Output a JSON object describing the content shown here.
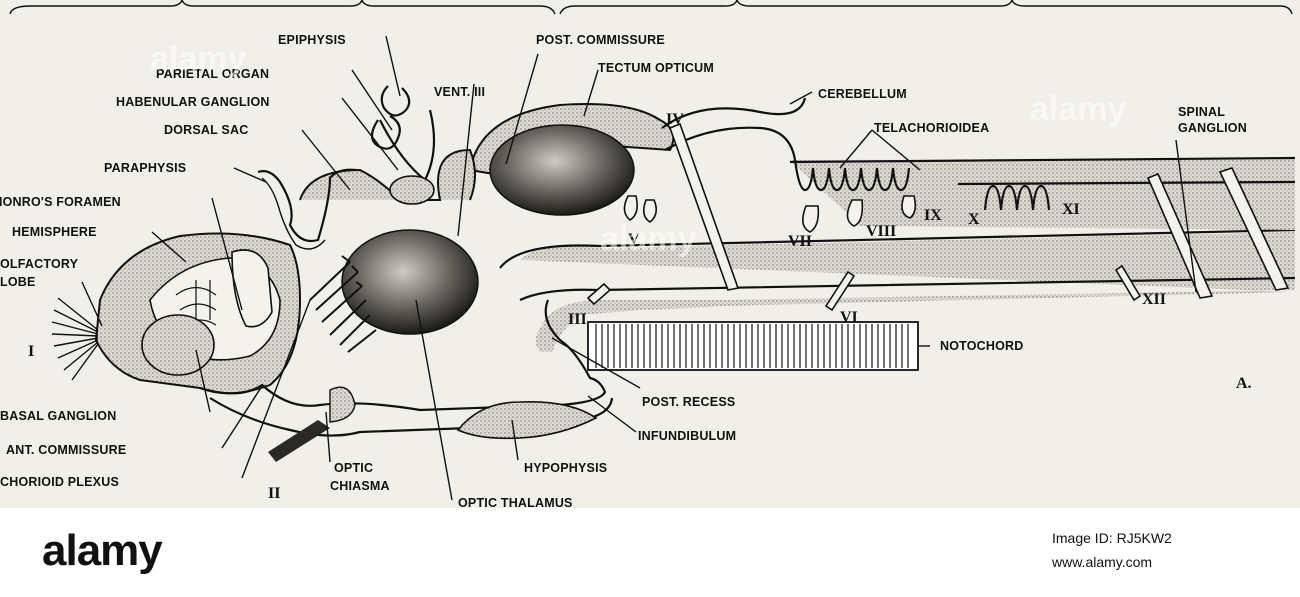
{
  "labels": {
    "epiphysis": "EPIPHYSIS",
    "parietal_organ": "PARIETAL ORGAN",
    "habenular_ganglion": "HABENULAR GANGLION",
    "dorsal_sac": "DORSAL SAC",
    "paraphysis": "PARAPHYSIS",
    "monros_foramen": "MONRO'S FORAMEN",
    "hemisphere": "HEMISPHERE",
    "olfactory": "OLFACTORY",
    "lobe": "LOBE",
    "basal_ganglion": "BASAL GANGLION",
    "ant_commissure": "ANT. COMMISSURE",
    "chorioid_plexus": "CHORIOID PLEXUS",
    "optic": "OPTIC",
    "chiasma": "CHIASMA",
    "optic_thalamus": "OPTIC THALAMUS",
    "vent_iii": "VENT. III",
    "post_commissure": "POST. COMMISSURE",
    "tectum_opticum": "TECTUM OPTICUM",
    "cerebellum": "CEREBELLUM",
    "telachorioidea": "TELACHORIOIDEA",
    "spinal": "SPINAL",
    "ganglion": "GANGLION",
    "notochord": "NOTOCHORD",
    "post_recess": "POST. RECESS",
    "infundibulum": "INFUNDIBULUM",
    "hypophysis": "HYPOPHYSIS",
    "panel_letter": "A."
  },
  "nerves": {
    "n1": "I",
    "n2": "II",
    "n3": "III",
    "n4": "IV",
    "n5": "V",
    "n6": "VI",
    "n7": "VII",
    "n8": "VIII",
    "n9": "IX",
    "n10": "X",
    "n11": "XI",
    "n12": "XII"
  },
  "watermark": {
    "brand": "alamy",
    "image_id": "Image ID: RJ5KW2",
    "url": "www.alamy.com"
  },
  "colors": {
    "ink": "#111111",
    "paper": "#f1efe9",
    "stipple": "#c9c6bf"
  }
}
